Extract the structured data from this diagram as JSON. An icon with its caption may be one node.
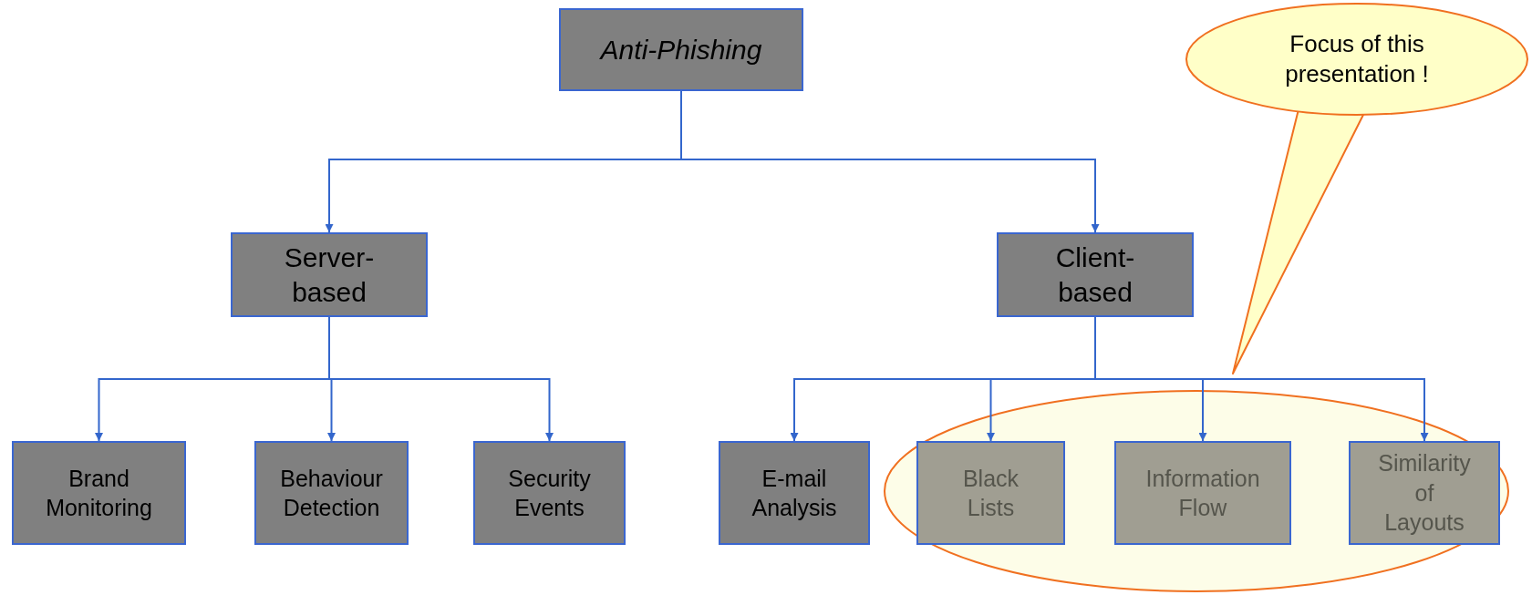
{
  "diagram": {
    "nodes": [
      {
        "text": [
          "Anti-Phishing"
        ]
      },
      {
        "text": [
          "Server- based"
        ]
      },
      {
        "text": [
          "Client- based"
        ]
      },
      {
        "text": [
          "Brand Monitoring"
        ]
      },
      {
        "text": [
          "Behaviour Detection"
        ]
      },
      {
        "text": [
          "Security Events"
        ]
      },
      {
        "text": [
          "E-mail Analysis"
        ]
      },
      {
        "text": [
          "Black Lists"
        ]
      },
      {
        "text": [
          "Information Flow"
        ]
      },
      {
        "text": [
          "Similarity of Layouts"
        ]
      },
      {
        "text": [
          "Focus of this presentation !"
        ]
      }
    ],
    "edges": [
      {
        "from": 0,
        "to": 1,
        "arrow": "to"
      },
      {
        "from": 0,
        "to": 2,
        "arrow": "to"
      },
      {
        "from": 1,
        "to": 3,
        "arrow": "to"
      },
      {
        "from": 1,
        "to": 4,
        "arrow": "to"
      },
      {
        "from": 1,
        "to": 5,
        "arrow": "to"
      },
      {
        "from": 2,
        "to": 6,
        "arrow": "to"
      },
      {
        "from": 2,
        "to": 7,
        "arrow": "to"
      },
      {
        "from": 2,
        "to": 8,
        "arrow": "to"
      },
      {
        "from": 2,
        "to": 9,
        "arrow": "to"
      }
    ]
  }
}
